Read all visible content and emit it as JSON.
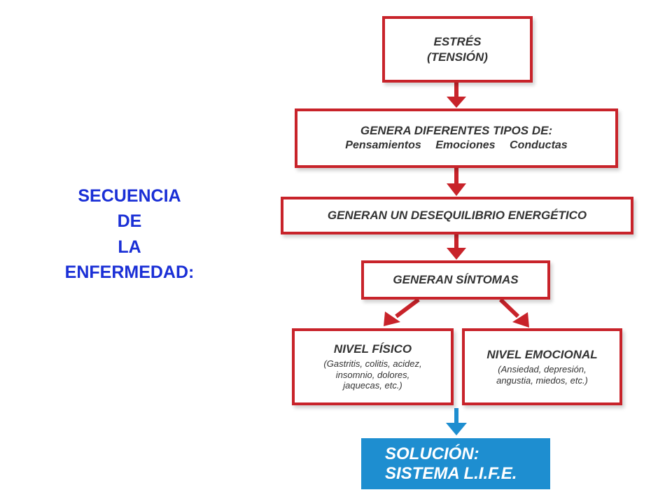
{
  "side_title": [
    "SECUENCIA",
    "DE",
    "LA",
    "ENFERMEDAD:"
  ],
  "boxes": {
    "stress": {
      "line1": "ESTRÉS",
      "line2": "(TENSIÓN)"
    },
    "genera": {
      "line1": "GENERA DIFERENTES TIPOS DE:",
      "items": [
        "Pensamientos",
        "Emociones",
        "Conductas"
      ]
    },
    "desequilibrio": {
      "text": "GENERAN UN DESEQUILIBRIO ENERGÉTICO"
    },
    "sintomas": {
      "text": "GENERAN SÍNTOMAS"
    },
    "fisico": {
      "title": "NIVEL FÍSICO",
      "lines": [
        "(Gastritis, colitis, acidez,",
        "insomnio, dolores,",
        "jaquecas, etc.)"
      ]
    },
    "emocional": {
      "title": "NIVEL EMOCIONAL",
      "lines": [
        "(Ansiedad, depresión,",
        "angustia, miedos, etc.)"
      ]
    },
    "solucion": {
      "line1": "SOLUCIÓN:",
      "line2": "SISTEMA L.I.F.E."
    }
  },
  "colors": {
    "title_blue": "#1a2fd6",
    "box_border_red": "#c8232a",
    "arrow_red": "#c8232a",
    "solution_blue": "#1e8ed0"
  }
}
